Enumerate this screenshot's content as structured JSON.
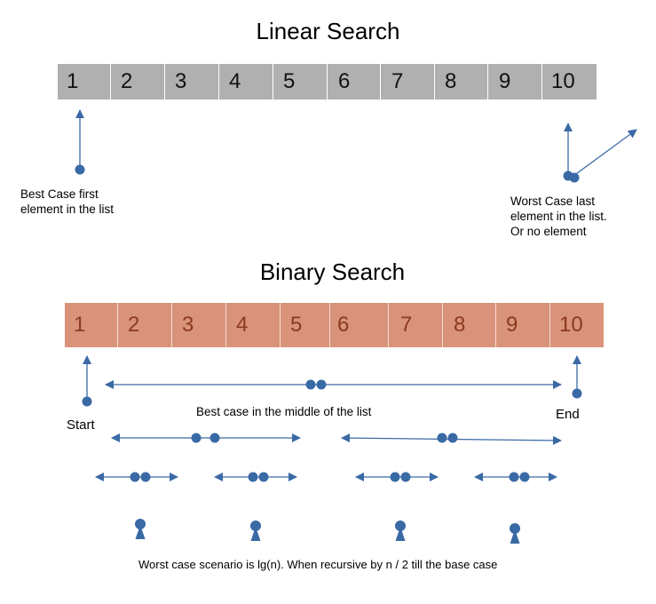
{
  "linear": {
    "title": "Linear Search",
    "cells": [
      "1",
      "2",
      "3",
      "4",
      "5",
      "6",
      "7",
      "8",
      "9",
      "10"
    ],
    "best_note": "Best Case first element in the list",
    "worst_note": "Worst Case last element in the list. Or no element"
  },
  "binary": {
    "title": "Binary Search",
    "cells": [
      "1",
      "2",
      "3",
      "4",
      "5",
      "6",
      "7",
      "8",
      "9",
      "10"
    ],
    "start_label": "Start",
    "end_label": "End",
    "best_note": "Best case in the middle of the list",
    "worst_note": "Worst case scenario is lg(n). When recursive by n / 2 till the base case"
  },
  "colors": {
    "linear_cell": "#b0b0b0",
    "binary_cell": "#d9937a",
    "binary_text": "#8b3a1e",
    "arrow": "#3a6aa5"
  }
}
